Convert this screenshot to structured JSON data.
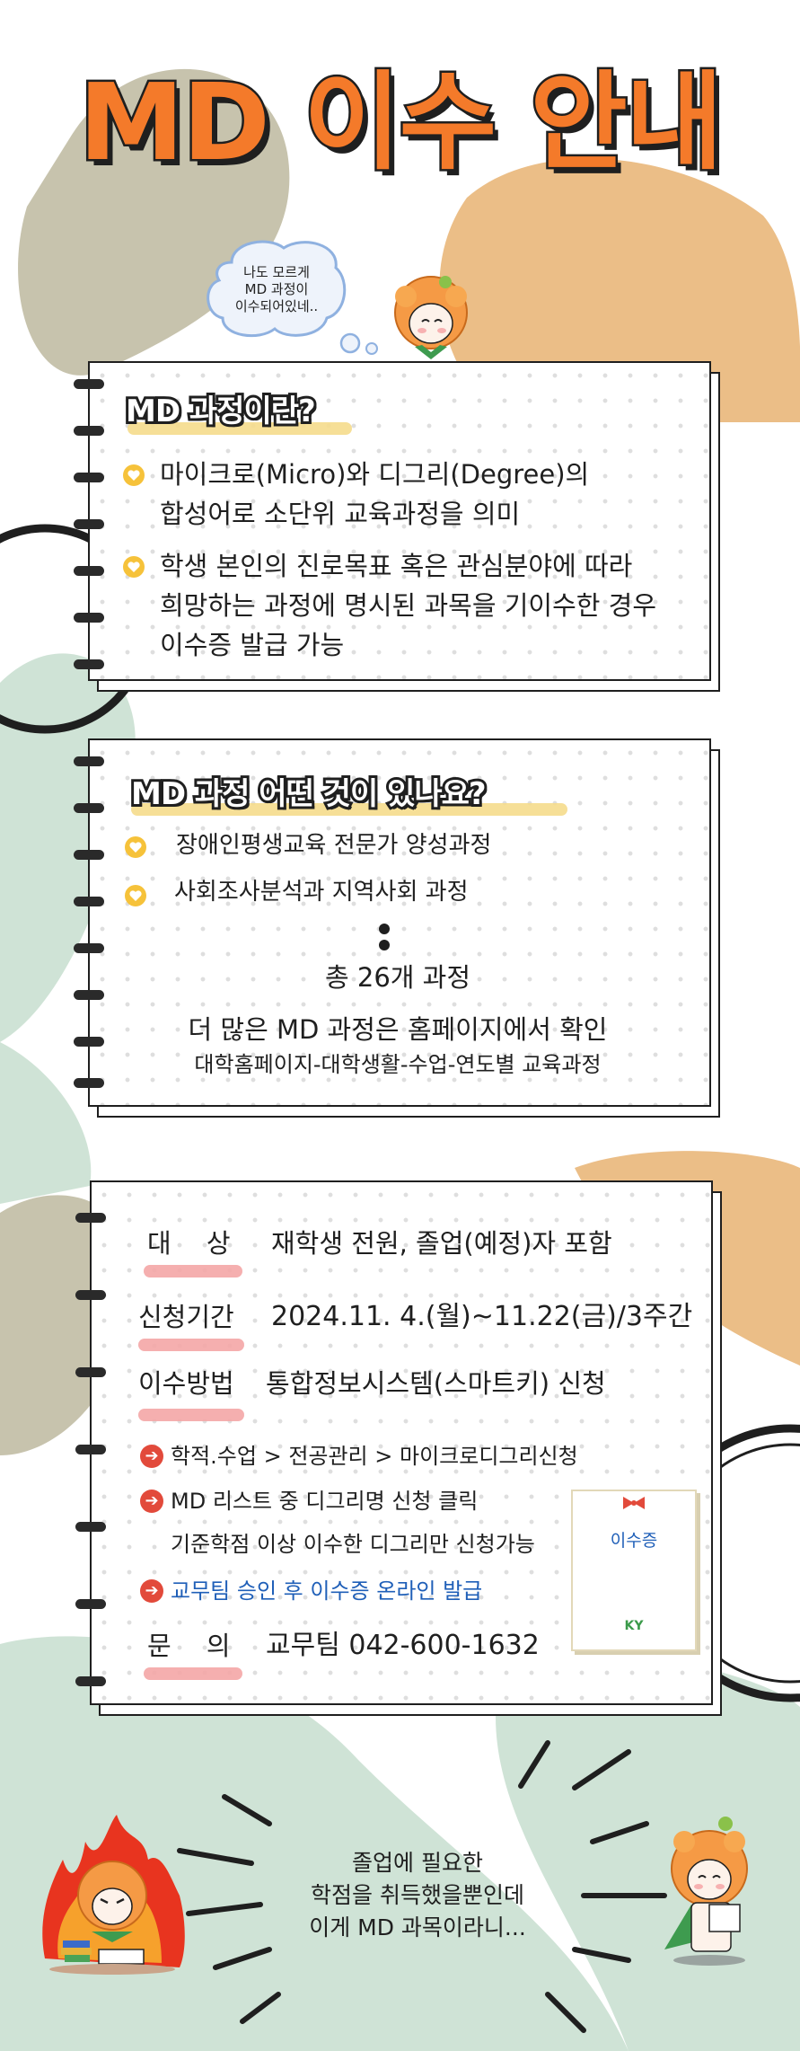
{
  "title": "MD 이수 안내",
  "bubble": {
    "lines": [
      "나도 모르게",
      "MD 과정이",
      "이수되어있네.."
    ]
  },
  "card1": {
    "heading": "MD 과정이란?",
    "items": [
      [
        "마이크로(Micro)와 디그리(Degree)의",
        "합성어로 소단위 교육과정을 의미"
      ],
      [
        "학생 본인의 진로목표 혹은 관심분야에 따라",
        "희망하는 과정에 명시된 과목을 기이수한 경우",
        "이수증 발급 가능"
      ]
    ]
  },
  "card2": {
    "heading": "MD 과정 어떤 것이 있나요?",
    "items": [
      "장애인평생교육 전문가 양성과정",
      "사회조사분석과 지역사회 과정"
    ],
    "total": "총 26개 과정",
    "more": "더 많은 MD 과정은 홈페이지에서 확인",
    "path": "대학홈페이지-대학생활-수업-연도별 교육과정"
  },
  "card3": {
    "rows": [
      {
        "label": "대 상",
        "value": "재학생 전원, 졸업(예정)자 포함"
      },
      {
        "label": "신청기간",
        "value": "2024.11. 4.(월)~11.22(금)/3주간"
      },
      {
        "label": "이수방법",
        "value": "통합정보시스템(스마트키) 신청"
      }
    ],
    "steps": [
      "학적.수업 > 전공관리 > 마이크로디그리신청",
      "MD 리스트 중 디그리명 신청 클릭",
      "교무팀 승인 후 이수증 온라인 발급"
    ],
    "step_note": "기준학점 이상 이수한 디그리만 신청가능",
    "contact_label": "문 의",
    "contact_value": "교무팀 042-600-1632",
    "certificate": {
      "title": "이수증",
      "logo": "KY"
    }
  },
  "footer": {
    "lines": [
      "졸업에 필요한",
      "학점을 취득했을뿐인데",
      "이게 MD 과목이라니..."
    ]
  },
  "colors": {
    "orange": "#f47a2a",
    "olive": "#c7c3ad",
    "peach": "#ebbe87",
    "mint": "#cfe3d6",
    "pink": "#f4a6a6",
    "yellow": "#f5dc8c",
    "red": "#e24a3b",
    "blue": "#1f5fb8"
  }
}
